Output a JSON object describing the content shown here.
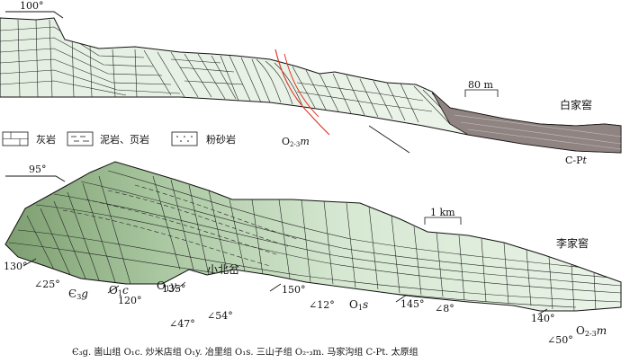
{
  "top_section": {
    "direction": "100°",
    "scale": "80 m",
    "place": "白家窖",
    "formation_label_1": "O",
    "formation_label_1_sub": "2-3",
    "formation_label_1_code": "m",
    "formation_label_2": "C-P",
    "formation_label_2_code": "t"
  },
  "legend": {
    "items": [
      {
        "label": "灰岩"
      },
      {
        "label": "泥岩、页岩"
      },
      {
        "label": "粉砂岩"
      }
    ]
  },
  "bottom_section": {
    "direction": "95°",
    "scale": "1 km",
    "place_1": "李家窖",
    "place_2": "小北岔",
    "attitudes": [
      "130°",
      "∠25°",
      "120°",
      "135°",
      "∠47°",
      "∠54°",
      "150°",
      "∠12°",
      "145°",
      "∠8°",
      "140°",
      "∠50°"
    ],
    "units": [
      {
        "base": "Є",
        "sub": "3",
        "code": "g"
      },
      {
        "base": "O",
        "sub": "1",
        "code": "c"
      },
      {
        "base": "O",
        "sub": "1",
        "code": "y"
      },
      {
        "base": "O",
        "sub": "1",
        "code": "s"
      },
      {
        "base": "O",
        "sub": "2-3",
        "code": "m"
      }
    ]
  },
  "caption": "Є₃g. 崮山组   O₁c. 炒米店组   O₁y. 冶里组   O₁s. 三山子组   O₂-₃m. 马家沟组   C-Pt. 太原组"
}
